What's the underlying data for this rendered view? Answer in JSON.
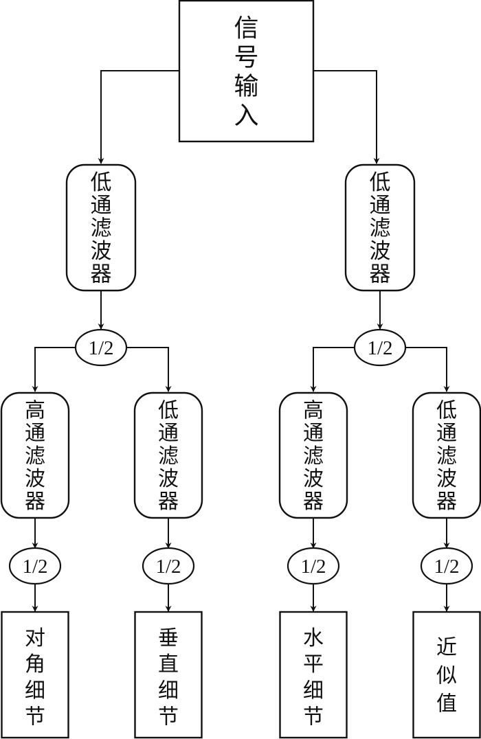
{
  "diagram": {
    "type": "flowchart",
    "description": "Two-level wavelet decomposition filter bank",
    "input": {
      "label": "信号输入"
    },
    "level1": [
      {
        "id": "lpf-left",
        "label": "低通滤波器",
        "downsample": "1/2"
      },
      {
        "id": "lpf-right",
        "label": "低通滤波器",
        "downsample": "1/2"
      }
    ],
    "level2": [
      {
        "id": "hpf-1",
        "label": "高通滤波器",
        "downsample": "1/2",
        "output": "对角细节"
      },
      {
        "id": "lpf-2",
        "label": "低通滤波器",
        "downsample": "1/2",
        "output": "垂直细节"
      },
      {
        "id": "hpf-3",
        "label": "高通滤波器",
        "downsample": "1/2",
        "output": "水平细节"
      },
      {
        "id": "lpf-4",
        "label": "低通滤波器",
        "downsample": "1/2",
        "output": "近似值"
      }
    ],
    "colors": {
      "stroke": "#111111",
      "background": "#ffffff"
    }
  }
}
